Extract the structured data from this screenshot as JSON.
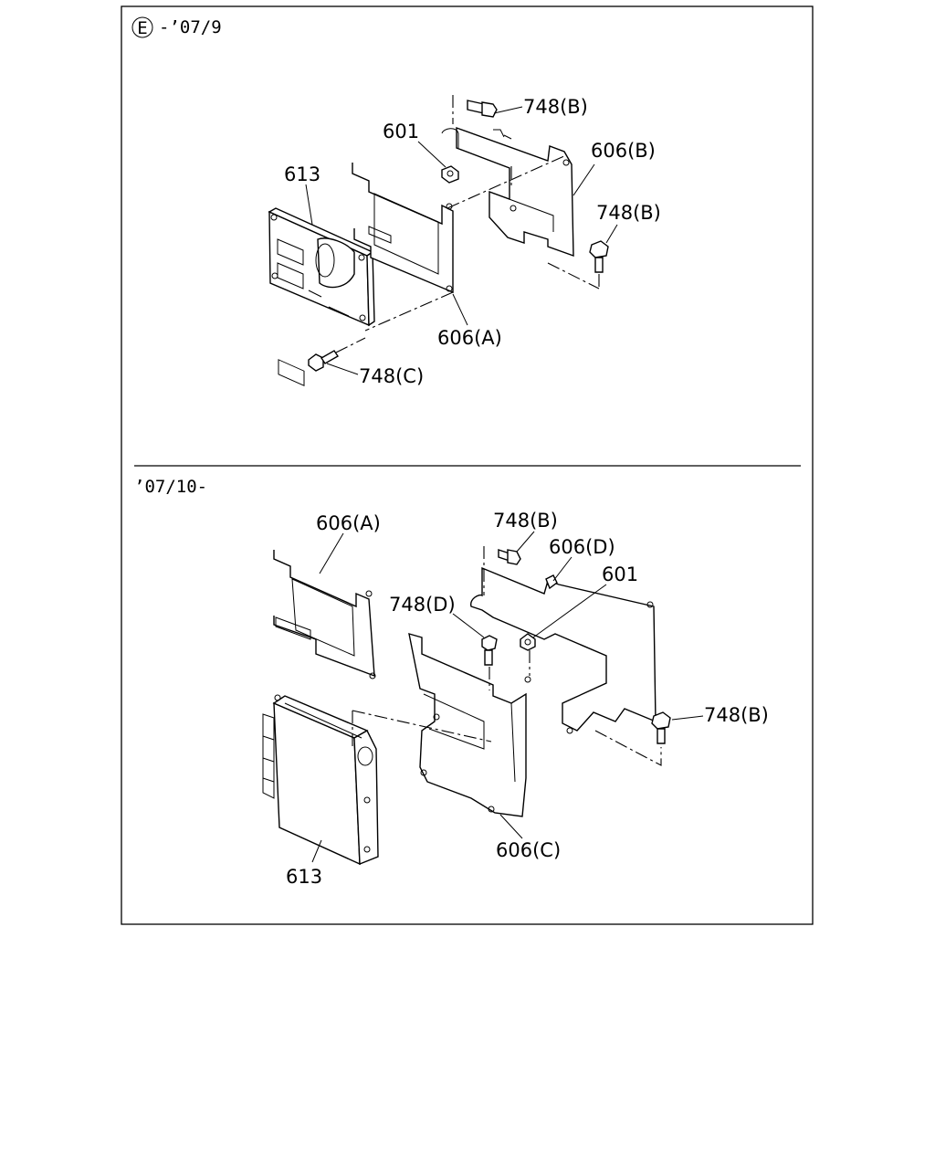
{
  "top_panel": {
    "marker": "E",
    "range": "-’07/9",
    "callouts": {
      "bolt_b_upper": "748(B)",
      "nut": "601",
      "bracket_b": "606(B)",
      "bolt_b_right": "748(B)",
      "ecu": "613",
      "bracket_a": "606(A)",
      "bolt_c": "748(C)"
    }
  },
  "bottom_panel": {
    "range": "’07/10-",
    "callouts": {
      "bracket_a": "606(A)",
      "bolt_b_upper": "748(B)",
      "bracket_d": "606(D)",
      "nut": "601",
      "bolt_d": "748(D)",
      "bolt_b_right": "748(B)",
      "bracket_c": "606(C)",
      "ecu": "613"
    }
  }
}
